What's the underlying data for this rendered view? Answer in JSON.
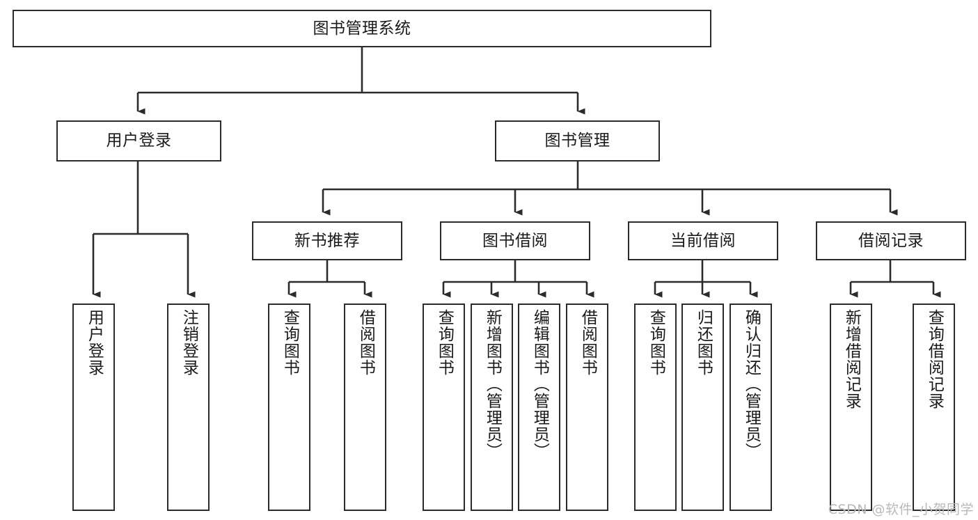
{
  "diagram": {
    "type": "tree-hierarchy",
    "title": "图书管理系统",
    "orientation": "top-down",
    "edge_style": "orthogonal-arrow",
    "colors": {
      "box_border": "#2b2b2b",
      "box_fill": "#ffffff",
      "edge": "#2b2b2b",
      "text": "#1a1a1a",
      "watermark": "#b9b9b9",
      "background": "#ffffff"
    },
    "root": {
      "label": "图书管理系统"
    },
    "level2": [
      {
        "label": "用户登录"
      },
      {
        "label": "图书管理"
      }
    ],
    "level3": [
      {
        "label": "新书推荐"
      },
      {
        "label": "图书借阅"
      },
      {
        "label": "当前借阅"
      },
      {
        "label": "借阅记录"
      }
    ],
    "leaves": {
      "user_login": [
        {
          "label": "用户登录"
        },
        {
          "label": "注销登录"
        }
      ],
      "new_book_recommend": [
        {
          "label": "查询图书"
        },
        {
          "label": "借阅图书"
        }
      ],
      "book_borrow": [
        {
          "label": "查询图书"
        },
        {
          "label": "新增图书（管理员）"
        },
        {
          "label": "编辑图书（管理员）"
        },
        {
          "label": "借阅图书"
        }
      ],
      "current_borrow": [
        {
          "label": "查询图书"
        },
        {
          "label": "归还图书"
        },
        {
          "label": "确认归还（管理员）"
        }
      ],
      "borrow_record": [
        {
          "label": "新增借阅记录"
        },
        {
          "label": "查询借阅记录"
        }
      ]
    }
  },
  "watermark": {
    "text": "CSDN @软件_小贺同学"
  }
}
